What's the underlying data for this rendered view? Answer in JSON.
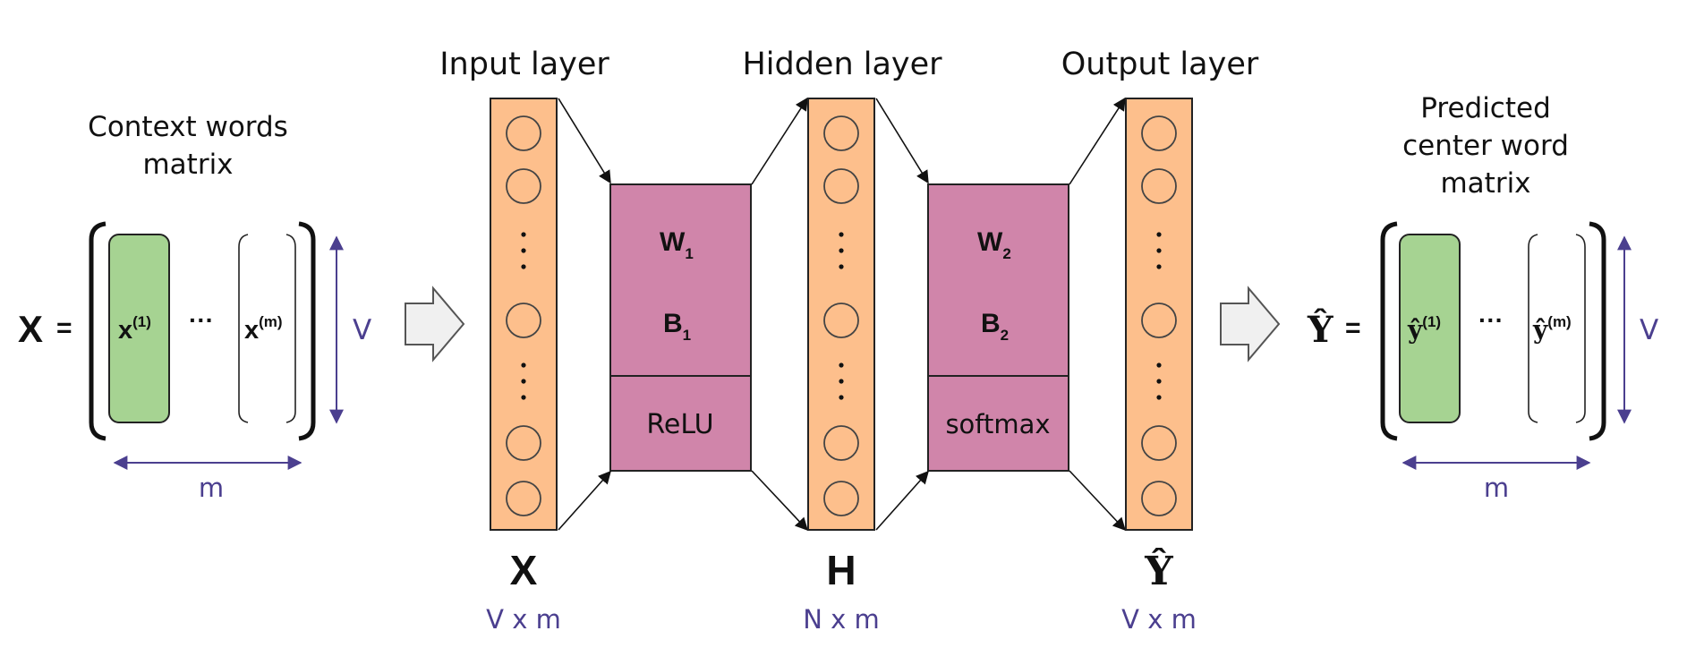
{
  "left_matrix": {
    "title_line1": "Context words",
    "title_line2": "matrix",
    "lhs": "X",
    "equals": "=",
    "first_col": "x",
    "first_sup": "(1)",
    "ellipsis": "···",
    "last_col": "x",
    "last_sup": "(m)",
    "rows_label": "V",
    "cols_label": "m"
  },
  "network": {
    "input_layer": {
      "title": "Input layer",
      "symbol": "X",
      "dims": "V x m"
    },
    "hidden_layer": {
      "title": "Hidden layer",
      "symbol": "H",
      "dims": "N x m"
    },
    "output_layer": {
      "title": "Output layer",
      "symbol": "Ŷ",
      "dims": "V x m"
    },
    "block1": {
      "weight": "W",
      "weight_sub": "1",
      "bias": "B",
      "bias_sub": "1",
      "activation": "ReLU"
    },
    "block2": {
      "weight": "W",
      "weight_sub": "2",
      "bias": "B",
      "bias_sub": "2",
      "activation": "softmax"
    }
  },
  "right_matrix": {
    "title_line1": "Predicted",
    "title_line2": "center word",
    "title_line3": "matrix",
    "lhs": "Ŷ",
    "equals": "=",
    "first_col": "ŷ",
    "first_sup": "(1)",
    "ellipsis": "···",
    "last_col": "ŷ",
    "last_sup": "(m)",
    "rows_label": "V",
    "cols_label": "m"
  },
  "colors": {
    "layer_fill": "#fdbf8c",
    "block_fill": "#d085aa",
    "column_fill": "#a6d392",
    "dim_text": "#4b3f8f",
    "arrow_fill": "#f0f0f0"
  },
  "icons": [
    "transition-arrow-icon",
    "neuron-circle-icon",
    "dimension-arrow-icon"
  ]
}
